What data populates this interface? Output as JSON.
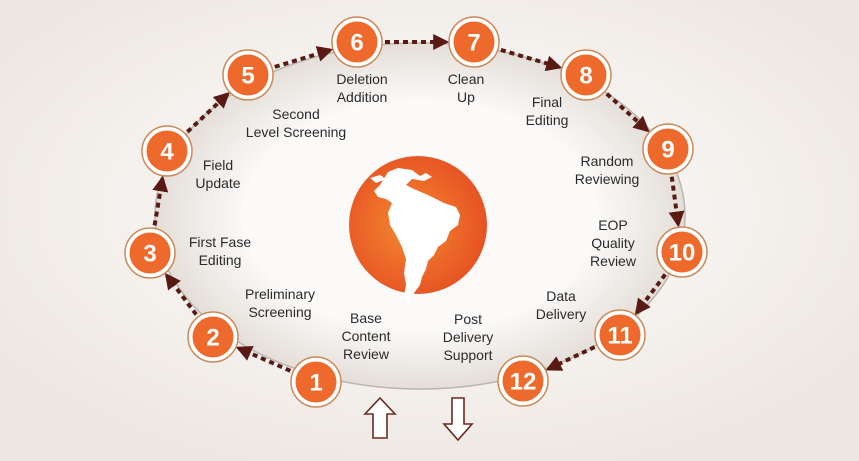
{
  "steps": [
    {
      "number": "1",
      "label": [
        "Base",
        "Content",
        "Review"
      ]
    },
    {
      "number": "2",
      "label": [
        "Preliminary",
        "Screening"
      ]
    },
    {
      "number": "3",
      "label": [
        "First Fase",
        "Editing"
      ]
    },
    {
      "number": "4",
      "label": [
        "Field",
        "Update"
      ]
    },
    {
      "number": "5",
      "label": [
        "Second",
        "Level Screening"
      ]
    },
    {
      "number": "6",
      "label": [
        "Deletion",
        "Addition"
      ]
    },
    {
      "number": "7",
      "label": [
        "Clean",
        "Up"
      ]
    },
    {
      "number": "8",
      "label": [
        "Final",
        "Editing"
      ]
    },
    {
      "number": "9",
      "label": [
        "Random",
        "Reviewing"
      ]
    },
    {
      "number": "10",
      "label": [
        "EOP",
        "Quality",
        "Review"
      ]
    },
    {
      "number": "11",
      "label": [
        "Data",
        "Delivery"
      ]
    },
    {
      "number": "12",
      "label": [
        "Post",
        "Delivery",
        "Support"
      ]
    }
  ],
  "colors": {
    "accent": "#ee6a2c",
    "arrow": "#5a1a14",
    "ring": "#c98a5a"
  }
}
